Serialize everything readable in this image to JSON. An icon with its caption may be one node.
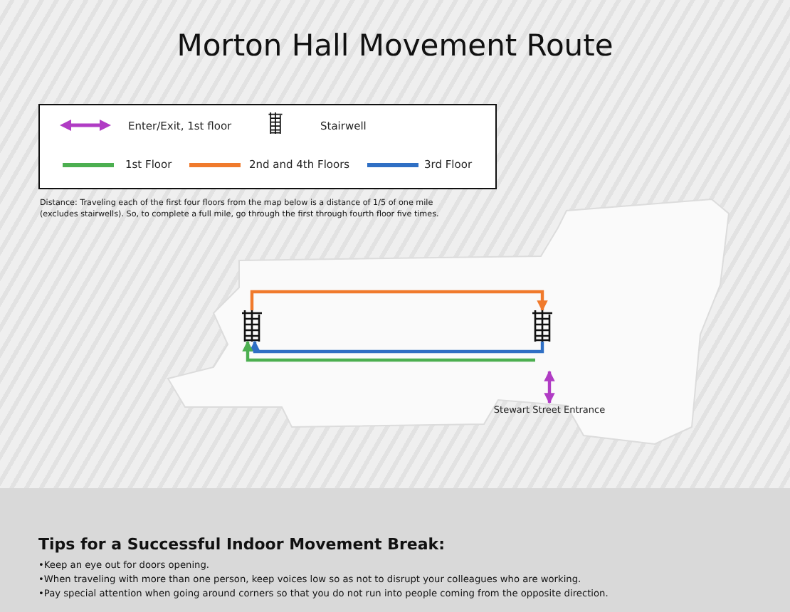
{
  "diagram": {
    "title": "Morton Hall Movement Route",
    "nodes": [
      {
        "text": [],
        "shape": "stairs"
      },
      {
        "text": [],
        "shape": "stairs"
      },
      {
        "text": [
          "Stewart Street Entrance"
        ]
      }
    ],
    "edges": [
      {
        "from": 0,
        "to": 1,
        "arrow": "to",
        "color": "#f07a2c"
      },
      {
        "from": 1,
        "to": 0,
        "arrow": "to",
        "color": "#2f6fc4"
      },
      {
        "from": null,
        "to": 0,
        "arrow": "to",
        "color": "#4caf50"
      },
      {
        "from": null,
        "to": 2,
        "arrow": "both",
        "color": "#b03cc4"
      }
    ],
    "labels": [
      "Distance: Traveling each of the first four floors from the map below is a distance of 1/5 of one mile (excludes stairwells). So, to complete a full mile, go through the first through fourth floor five times.",
      "Tips for a Successful Indoor Movement Break:",
      "•Keep an eye out for doors opening.",
      "•When traveling with more than one person, keep voices low so as not to disrupt your colleagues who are working.",
      "•Pay special attention when going around corners so that you do not run into people coming from the opposite direction."
    ],
    "legend": [
      {
        "text": "Enter/Exit, 1st floor"
      },
      {
        "text": "Stairwell"
      },
      {
        "text": "1st Floor"
      },
      {
        "text": "2nd and 4th Floors"
      },
      {
        "text": "3rd Floor"
      }
    ]
  }
}
